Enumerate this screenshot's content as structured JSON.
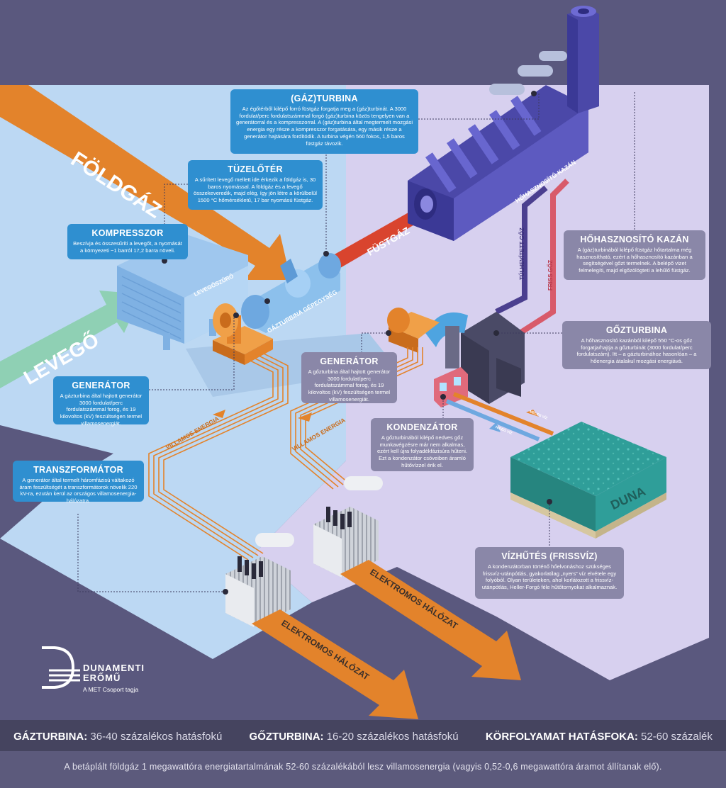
{
  "labels": {
    "foldgaz": "FÖLDGÁZ",
    "levego": "LEVEGŐ",
    "fustgaz": "FÜSTGÁZ",
    "levegoszuro": "LEVEGŐSZŰRŐ",
    "gazturbina_gepegyseg": "GÁZTURBINA GÉPEGYSÉG",
    "hohasznosito_kazan_label": "HŐHASZNOSÍTÓ KAZÁN",
    "tulhevitett_goz": "TÚLHEVÍTETT GŐZ",
    "friss_goz": "FRISS GŐZ",
    "villamos_energia_1": "VILLAMOS ENERGIA",
    "villamos_energia_2": "VILLAMOS ENERGIA",
    "elektromos_halozat_1": "ELEKTROMOS HÁLÓZAT",
    "elektromos_halozat_2": "ELEKTROMOS HÁLÓZAT",
    "duna": "DUNA",
    "meleg_viz": "MELEG VÍZ",
    "hideg_viz": "HIDEG VÍZ"
  },
  "boxes": {
    "gazturbina": {
      "title": "(GÁZ)TURBINA",
      "text": "Az égőtérből kilépő forró füstgáz forgatja meg a (gáz)turbinát. A 3000 fordulat/perc fordulatszámmal forgó (gáz)turbina közös tengelyen van a generátorral és a kompresszorral. A (gáz)turbina által megtermelt mozgási energia egy része a kompresszor forgatására, egy másik része a generátor hajtására fordítódik. A turbina végén 560 fokos, 1,5 baros füstgáz távozik."
    },
    "tuzeloter": {
      "title": "TÜZELŐTÉR",
      "text": "A sűrített levegő mellett ide érkezik a földgáz is, 30 baros nyomással. A földgáz és a levegő összekeveredik, majd elég, így jön létre a körülbelül 1500 °C hőmérsékletű, 17 bar nyomású füstgáz."
    },
    "kompresszor": {
      "title": "KOMPRESSZOR",
      "text": "Beszívja és összesűríti a levegőt, a nyomását a környezeti ~1 barról 17,2 barra növeli."
    },
    "generator_left": {
      "title": "GENERÁTOR",
      "text": "A gázturbina által hajtott generátor 3000 fordulat/perc fordulatszámmal forog, és 19 kilovoltos (kV) feszültségen termel villamosenergiát."
    },
    "transzformator": {
      "title": "TRANSZFORMÁTOR",
      "text": "A generátor által termelt háromfázisú váltakozó áram feszültségét a transzformátorok növelik 220 kV-ra, ezután kerül az országos villamosenergia-hálózatra."
    },
    "generator_mid": {
      "title": "GENERÁTOR",
      "text": "A gőzturbina által hajtott generátor 3000 fordulat/perc fordulatszámmal forog, és 19 kilovoltos (kV) feszültségen termel villamosenergiát."
    },
    "hohasznosito": {
      "title": "HŐHASZNOSÍTÓ KAZÁN",
      "text": "A (gáz)turbinából kilépő füstgáz hőtartalma még hasznosítható, ezért a hőhasznosító kazánban a segítségével gőzt termelnek. A belépő vizet felmelegíti, majd elgőzölögteti a lehűlő füstgáz."
    },
    "gozturbina": {
      "title": "GŐZTURBINA",
      "text": "A hőhasznosító kazánból kilépő 550 °C-os gőz forgatja/hajtja a gőzturbinát (3000 fordulat/perc fordulatszám). Itt – a gázturbinához hasonlóan – a hőenergia átalakul mozgási energiává."
    },
    "kondenzator": {
      "title": "KONDENZÁTOR",
      "text": "A gőzturbinából kilépő nedves gőz munkavégzésre már nem alkalmas, ezért kell újra folyadékfázisúra hűteni. Ezt a kondenzátor csöveiben áramló hűtővízzel érik el."
    },
    "vizhutes": {
      "title": "VÍZHŰTÉS (FRISSVÍZ)",
      "text": "A kondenzátorban történő hőelvonáshoz szükséges frissvíz-utánpótlás, gyakorlatilag „nyers” víz elvétele egy folyóból. Olyan területeken, ahol korlátozott a frissvíz-utánpótlás, Heller-Forgó féle hűtőtornyokat alkalmaznak."
    }
  },
  "logo": {
    "name_line1": "DUNAMENTI",
    "name_line2": "ERŐMŰ",
    "sub": "A MET Csoport tagja"
  },
  "stats": [
    {
      "label": "GÁZTURBINA:",
      "value": "36-40 százalékos hatásfokú"
    },
    {
      "label": "GŐZTURBINA:",
      "value": "16-20 százalékos hatásfokú"
    },
    {
      "label": "KÖRFOLYAMAT HATÁSFOKA:",
      "value": "52-60 százalék"
    }
  ],
  "footer_note": "A betáplált földgáz 1 megawattóra energiatartalmának 52-60 százalékából lesz villamosenergia (vagyis 0,52-0,6 megawattóra áramot állítanak elő).",
  "colors": {
    "background": "#5a587e",
    "panel_blue": "#bcd8f3",
    "panel_purple": "#d7d0ef",
    "orange": "#e3832b",
    "green_air": "#8fd0b4",
    "red_gas": "#d9442e",
    "box_blue": "#2f8fd0",
    "box_gray": "#8a87a8",
    "boiler": "#4b48a8"
  }
}
